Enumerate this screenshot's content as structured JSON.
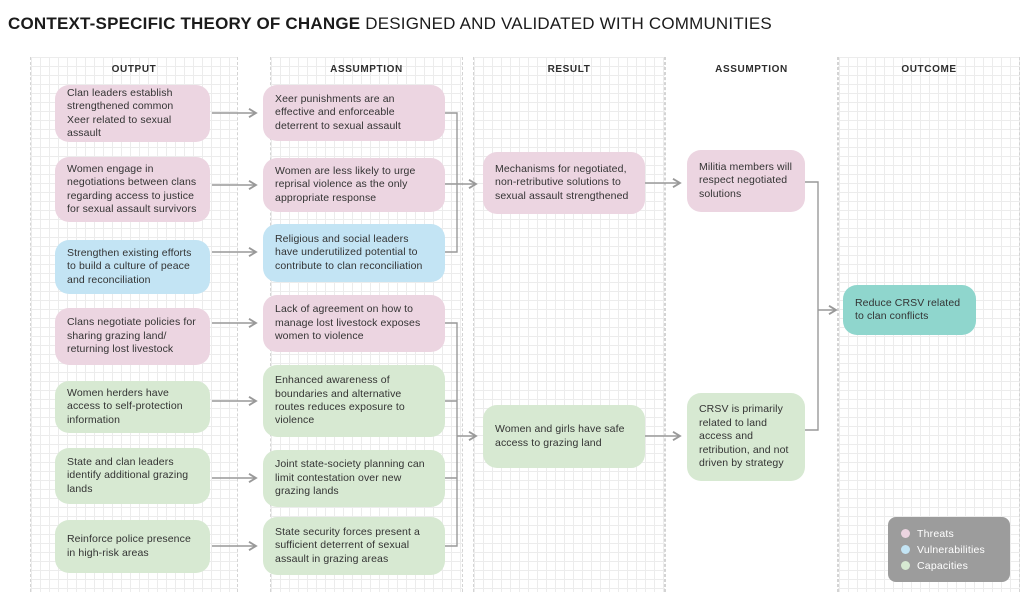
{
  "title": {
    "bold": "CONTEXT-SPECIFIC THEORY OF CHANGE",
    "regular": " DESIGNED AND VALIDATED WITH COMMUNITIES"
  },
  "column_headers": [
    "OUTPUT",
    "ASSUMPTION",
    "RESULT",
    "ASSUMPTION",
    "OUTCOME"
  ],
  "colors": {
    "threat": "#ecd5e1",
    "vulnerability": "#c3e4f4",
    "capacity": "#d7e9d2",
    "outcome": "#8fd6cd",
    "legend_bg": "#9c9c9c",
    "arrow": "#999999"
  },
  "boxes": {
    "output": [
      {
        "category": "threat",
        "text": "Clan leaders establish strengthened common Xeer related to sexual assault"
      },
      {
        "category": "threat",
        "text": "Women engage in negotiations between clans regarding access to justice for sexual assault survivors"
      },
      {
        "category": "vulnerability",
        "text": "Strengthen existing efforts to build a culture of peace and reconciliation"
      },
      {
        "category": "threat",
        "text": "Clans negotiate policies for sharing grazing land/ returning lost livestock"
      },
      {
        "category": "capacity",
        "text": "Women herders have access to self-protection information"
      },
      {
        "category": "capacity",
        "text": "State and clan leaders identify additional grazing lands"
      },
      {
        "category": "capacity",
        "text": "Reinforce police presence in high-risk areas"
      }
    ],
    "assumption1": [
      {
        "category": "threat",
        "text": "Xeer punishments are an effective and enforceable deterrent to sexual assault"
      },
      {
        "category": "threat",
        "text": "Women are less likely to urge reprisal violence as the only appropriate response"
      },
      {
        "category": "vulnerability",
        "text": "Religious and social leaders have underutilized potential to contribute to clan reconciliation"
      },
      {
        "category": "threat",
        "text": "Lack of agreement on how to manage lost livestock exposes women to violence"
      },
      {
        "category": "capacity",
        "text": "Enhanced awareness of boundaries and alternative routes reduces exposure to violence"
      },
      {
        "category": "capacity",
        "text": "Joint state-society planning can limit contestation over new grazing lands"
      },
      {
        "category": "capacity",
        "text": "State security forces present a sufficient deterrent of sexual assault in grazing areas"
      }
    ],
    "result": [
      {
        "category": "threat",
        "text": "Mechanisms for negotiated, non-retributive solutions to sexual assault strengthened"
      },
      {
        "category": "capacity",
        "text": "Women and girls have safe access to grazing land"
      }
    ],
    "assumption2": [
      {
        "category": "threat",
        "text": "Militia members will respect negotiated solutions"
      },
      {
        "category": "capacity",
        "text": "CRSV is primarily related to land access and retribution, and not driven by strategy"
      }
    ],
    "outcome": [
      {
        "category": "outcome",
        "text": "Reduce CRSV related to clan conflicts"
      }
    ]
  },
  "legend": {
    "items": [
      {
        "label": "Threats",
        "category": "threat"
      },
      {
        "label": "Vulnerabilities",
        "category": "vulnerability"
      },
      {
        "label": "Capacities",
        "category": "capacity"
      }
    ]
  }
}
